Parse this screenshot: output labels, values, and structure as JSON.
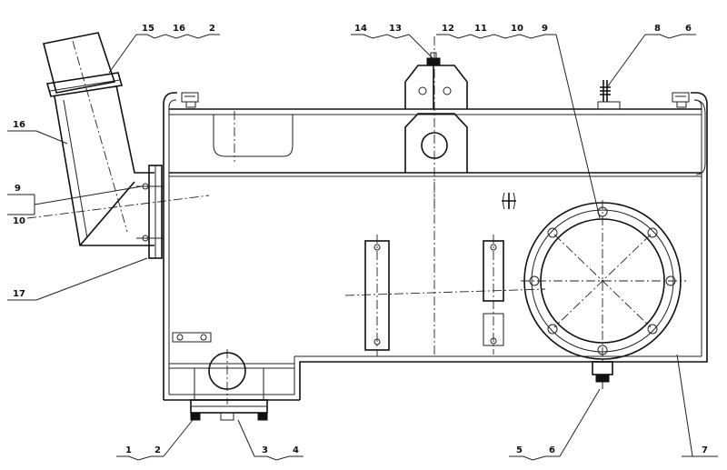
{
  "callouts": {
    "top_left": {
      "a": "15",
      "b": "16",
      "c": "2"
    },
    "top_center_left": {
      "a": "14",
      "b": "13"
    },
    "top_center_right": {
      "a": "12",
      "b": "11",
      "c": "10",
      "d": "9"
    },
    "top_right": {
      "a": "8",
      "b": "6"
    },
    "left_upper": "16",
    "left_mid_a": "9",
    "left_mid_b": "10",
    "left_lower": "17",
    "bottom_left": {
      "a": "1",
      "b": "2"
    },
    "bottom_center_left": {
      "a": "3",
      "b": "4"
    },
    "bottom_center_right": {
      "a": "5",
      "b": "6"
    },
    "bottom_right": "7"
  }
}
